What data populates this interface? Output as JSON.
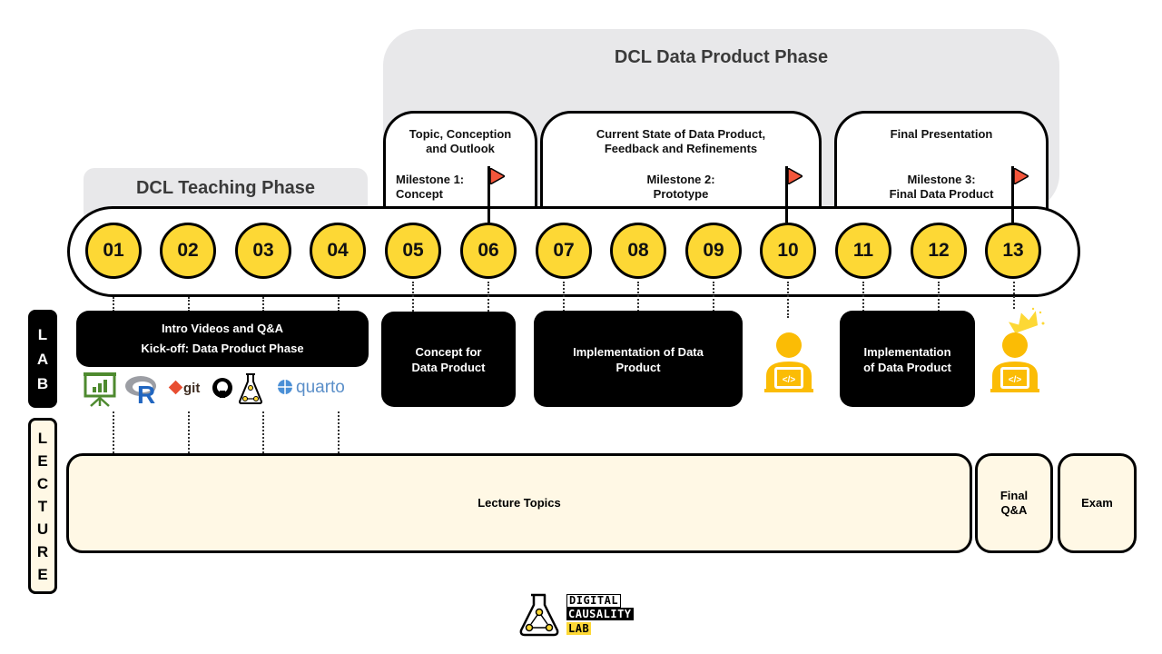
{
  "phases": {
    "data_product": "DCL Data Product Phase",
    "teaching": "DCL Teaching Phase"
  },
  "milestones": [
    {
      "topic": "Topic, Conception and Outlook",
      "label": "Milestone 1:",
      "name": "Concept"
    },
    {
      "topic_line1": "Current State of Data Product,",
      "topic_line2": "Feedback and Refinements",
      "label": "Milestone 2:",
      "name": "Prototype"
    },
    {
      "topic": "Final Presentation",
      "label": "Milestone 3:",
      "name": "Final Data Product"
    }
  ],
  "milestone1_topic_line1": "Topic, Conception",
  "milestone1_topic_line2": "and Outlook",
  "weeks": [
    "01",
    "02",
    "03",
    "04",
    "05",
    "06",
    "07",
    "08",
    "09",
    "10",
    "11",
    "12",
    "13"
  ],
  "colors": {
    "week_fill": "#fdd835",
    "flag": "#f4563b",
    "cream": "#fff8e5",
    "phase_bg": "#e8e8ea",
    "person": "#fbbc05"
  },
  "lab": {
    "side_label": [
      "L",
      "A",
      "B"
    ],
    "intro_line1": "Intro Videos and Q&A",
    "intro_line2": "Kick-off: Data Product Phase",
    "tools": [
      "presentation-icon",
      "r-logo",
      "git-logo",
      "github-logo",
      "dcl-flask-logo",
      "quarto-logo"
    ],
    "git_text": "git",
    "quarto_text": "quarto",
    "r_text": "R",
    "concept_line1": "Concept for",
    "concept_line2": "Data Product",
    "impl1_line1": "Implementation of Data",
    "impl1_line2": "Product",
    "impl2_line1": "Implementation",
    "impl2_line2": "of Data Product"
  },
  "lecture": {
    "side_label": [
      "L",
      "E",
      "C",
      "T",
      "U",
      "R",
      "E"
    ],
    "topics": "Lecture Topics",
    "final_qa_line1": "Final",
    "final_qa_line2": "Q&A",
    "exam": "Exam"
  },
  "logo": {
    "line1": "DIGITAL",
    "line2": "CAUSALITY",
    "line3": "LAB"
  }
}
